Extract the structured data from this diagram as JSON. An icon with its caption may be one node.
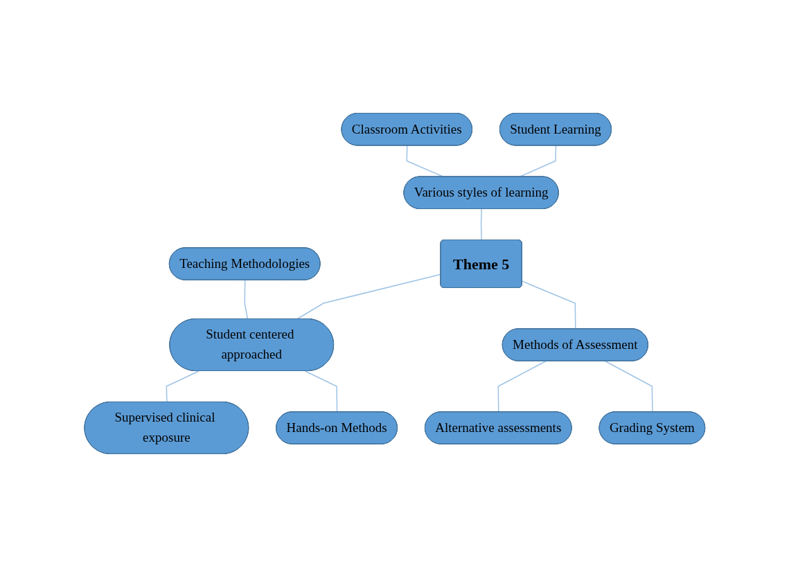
{
  "diagram": {
    "nodes": [
      {
        "text": [
          "Student Learning"
        ]
      },
      {
        "text": [
          "Classroom Activities"
        ]
      },
      {
        "text": [
          "Various styles of learning"
        ]
      },
      {
        "text": [
          "Theme 5"
        ]
      },
      {
        "text": [
          "Teaching Methodologies"
        ]
      },
      {
        "text": [
          "Student centered approached"
        ]
      },
      {
        "text": [
          "Methods of Assessment"
        ]
      },
      {
        "text": [
          "Supervised clinical exposure"
        ]
      },
      {
        "text": [
          "Hands-on Methods"
        ]
      },
      {
        "text": [
          "Alternative assessments"
        ]
      },
      {
        "text": [
          "Grading System"
        ]
      }
    ],
    "edges": [
      {
        "from": 0,
        "to": 2,
        "arrow": "none"
      },
      {
        "from": 1,
        "to": 2,
        "arrow": "none"
      },
      {
        "from": 2,
        "to": 3,
        "arrow": "none"
      },
      {
        "from": 3,
        "to": 5,
        "arrow": "none"
      },
      {
        "from": 3,
        "to": 6,
        "arrow": "none"
      },
      {
        "from": 4,
        "to": 5,
        "arrow": "none"
      },
      {
        "from": 5,
        "to": 7,
        "arrow": "none"
      },
      {
        "from": 5,
        "to": 8,
        "arrow": "none"
      },
      {
        "from": 6,
        "to": 9,
        "arrow": "none"
      },
      {
        "from": 6,
        "to": 10,
        "arrow": "none"
      }
    ]
  }
}
